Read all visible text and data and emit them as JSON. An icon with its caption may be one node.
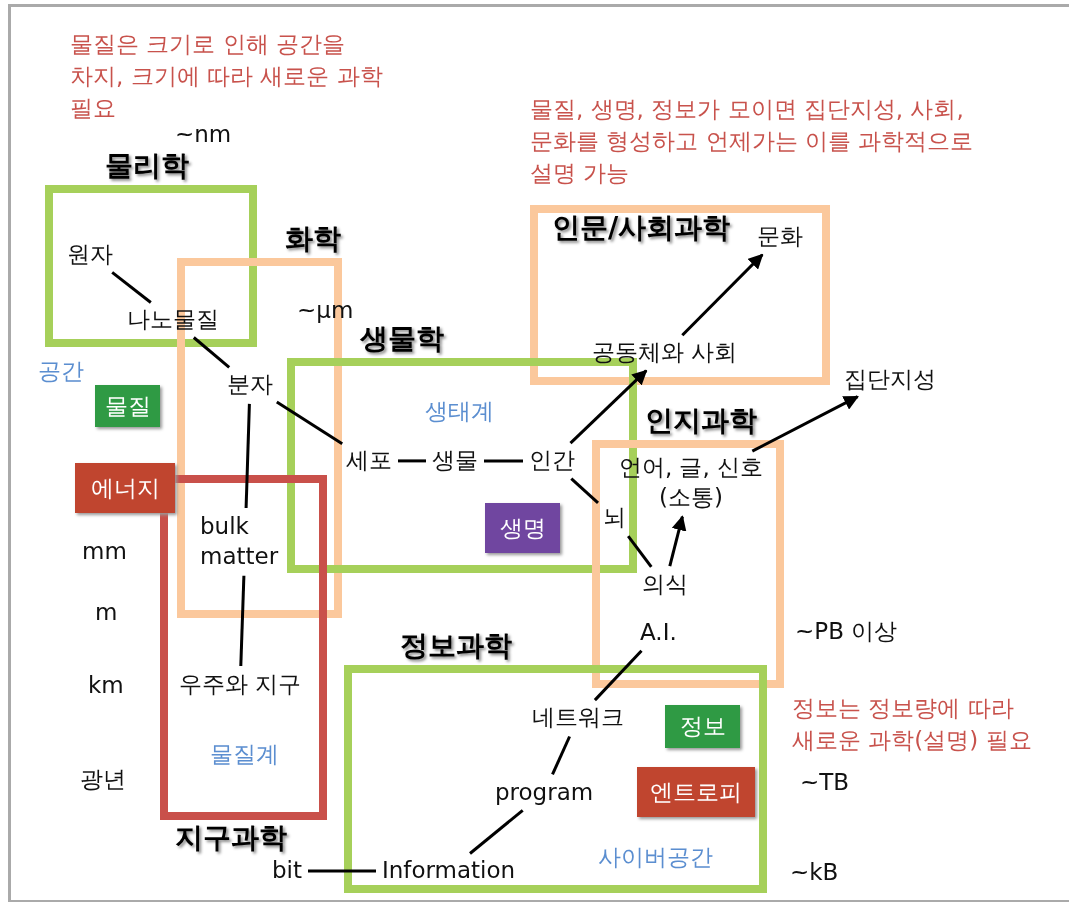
{
  "diagram": {
    "nodes": [
      {
        "text": [
          "물리학"
        ]
      },
      {
        "text": [
          "원자"
        ],
        "in": 0
      },
      {
        "text": [
          "나노물질"
        ],
        "in": 0
      },
      {
        "text": [
          "화학"
        ]
      },
      {
        "text": [
          "분자"
        ],
        "in": 3
      },
      {
        "text": [
          "인문/사회과학"
        ]
      },
      {
        "text": [
          "문화"
        ],
        "in": 5
      },
      {
        "text": [
          "공동체와 사회"
        ],
        "in": 5
      },
      {
        "text": [
          "물질"
        ]
      },
      {
        "text": [
          "생물학"
        ]
      },
      {
        "text": [
          "세포"
        ],
        "in": 9
      },
      {
        "text": [
          "생물"
        ],
        "in": 9
      },
      {
        "text": [
          "인간"
        ],
        "in": 9
      },
      {
        "text": [
          "집단지성"
        ]
      },
      {
        "text": [
          "인지과학"
        ]
      },
      {
        "text": [
          "언어, 글, 신호 (소통)"
        ],
        "in": 14
      },
      {
        "text": [
          "에너지"
        ]
      },
      {
        "text": [
          "지구과학"
        ]
      },
      {
        "text": [
          "bulk matter"
        ]
      },
      {
        "text": [
          "뇌"
        ]
      },
      {
        "text": [
          "생명"
        ],
        "in": 9
      },
      {
        "text": [
          "의식"
        ],
        "in": 14
      },
      {
        "text": [
          "A.I."
        ],
        "in": 14
      },
      {
        "text": [
          "우주와 지구"
        ],
        "in": 17
      },
      {
        "text": [
          "정보과학"
        ]
      },
      {
        "text": [
          "네트워크"
        ],
        "in": 24
      },
      {
        "text": [
          "정보"
        ],
        "in": 24
      },
      {
        "text": [
          "program"
        ],
        "in": 24
      },
      {
        "text": [
          "엔트로피"
        ],
        "in": 24
      },
      {
        "text": [
          "bit"
        ]
      },
      {
        "text": [
          "Information"
        ],
        "in": 24
      }
    ],
    "edges": [
      {
        "from": 1,
        "to": 2,
        "arrow": "none"
      },
      {
        "from": 2,
        "to": 4,
        "arrow": "none"
      },
      {
        "from": 4,
        "to": 10,
        "arrow": "none"
      },
      {
        "from": 4,
        "to": 18,
        "arrow": "none"
      },
      {
        "from": 10,
        "to": 11,
        "arrow": "none"
      },
      {
        "from": 11,
        "to": 12,
        "arrow": "none"
      },
      {
        "from": 12,
        "to": 19,
        "arrow": "none"
      },
      {
        "from": 19,
        "to": 21,
        "arrow": "none"
      },
      {
        "from": 21,
        "to": 15,
        "arrow": "to"
      },
      {
        "from": 15,
        "to": 13,
        "arrow": "to"
      },
      {
        "from": 7,
        "to": 6,
        "arrow": "to"
      },
      {
        "from": 12,
        "to": 7,
        "arrow": "to"
      },
      {
        "from": 18,
        "to": 23,
        "arrow": "none"
      },
      {
        "from": 22,
        "to": 25,
        "arrow": "none"
      },
      {
        "from": 25,
        "to": 27,
        "arrow": "none"
      },
      {
        "from": 27,
        "to": 30,
        "arrow": "none"
      },
      {
        "from": 29,
        "to": 30,
        "arrow": "none"
      }
    ],
    "labels": [
      "물질은 크기로 인해 공간을 차지, 크기에 따라 새로운 과학 필요",
      "물질, 생명, 정보가 모이면 집단지성, 사회, 문화를 형성하고 언제가는 이를 과학적으로 설명 가능",
      "~nm",
      "~μm",
      "공간",
      "생태계",
      "mm",
      "m",
      "~PB 이상",
      "km",
      "정보는 정보량에 따라 새로운 과학(설명) 필요",
      "물질계",
      "광년",
      "~TB",
      "사이버공간",
      "~kB"
    ]
  }
}
